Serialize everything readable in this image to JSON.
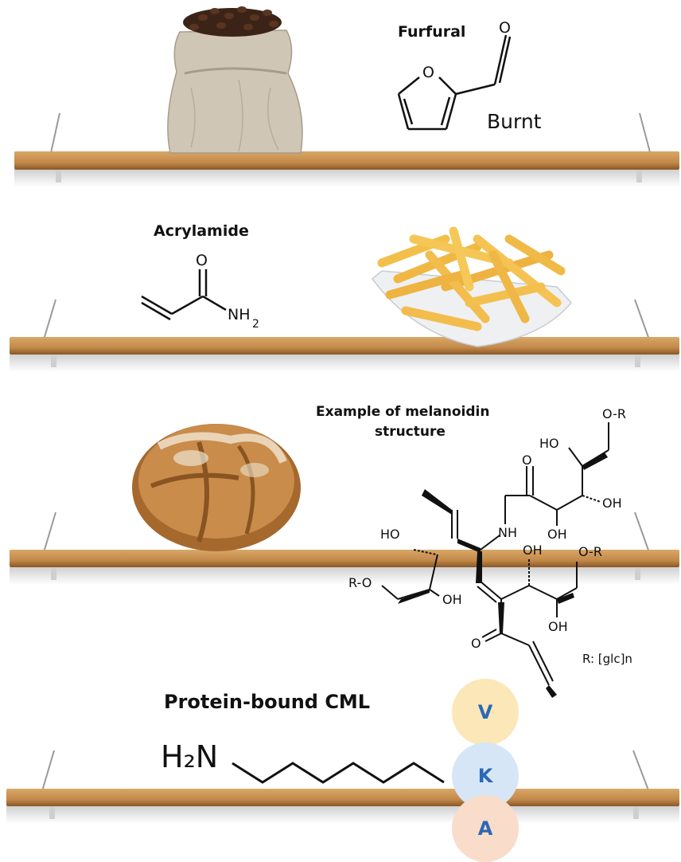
{
  "labels": {
    "furfural": "Furfural",
    "burnt": "Burnt",
    "acrylamide": "Acrylamide",
    "melanoidin_line1": "Example of melanoidin",
    "melanoidin_line2": "structure",
    "cml": "Protein-bound CML",
    "r_note": "R: [glc]n"
  },
  "atoms": {
    "furfural_o_ring": "O",
    "furfural_o_ald": "O",
    "acrylamide_o": "O",
    "acrylamide_nh2": "NH",
    "acrylamide_sub2": "2",
    "m_or_top": "O-R",
    "m_ho_top": "HO",
    "m_o_keto": "O",
    "m_oh_right": "OH",
    "m_nh": "NH",
    "m_oh_mid": "OH",
    "m_ho_left": "HO",
    "m_oh_center": "OH",
    "m_or_right": "O-R",
    "m_ro_left": "R-O",
    "m_oh_left_low": "OH",
    "m_oh_low": "OH",
    "m_o_bottom": "O",
    "cml_h2n": "H₂N"
  },
  "beads": [
    {
      "letter": "V",
      "color": "#fbe7b8"
    },
    {
      "letter": "K",
      "color": "#d6e6f6"
    },
    {
      "letter": "A",
      "color": "#f9dcc9"
    }
  ],
  "colors": {
    "wood_light": "#d19c5a",
    "wood_dark": "#8a5726",
    "bracket": "#9a9a9a"
  }
}
